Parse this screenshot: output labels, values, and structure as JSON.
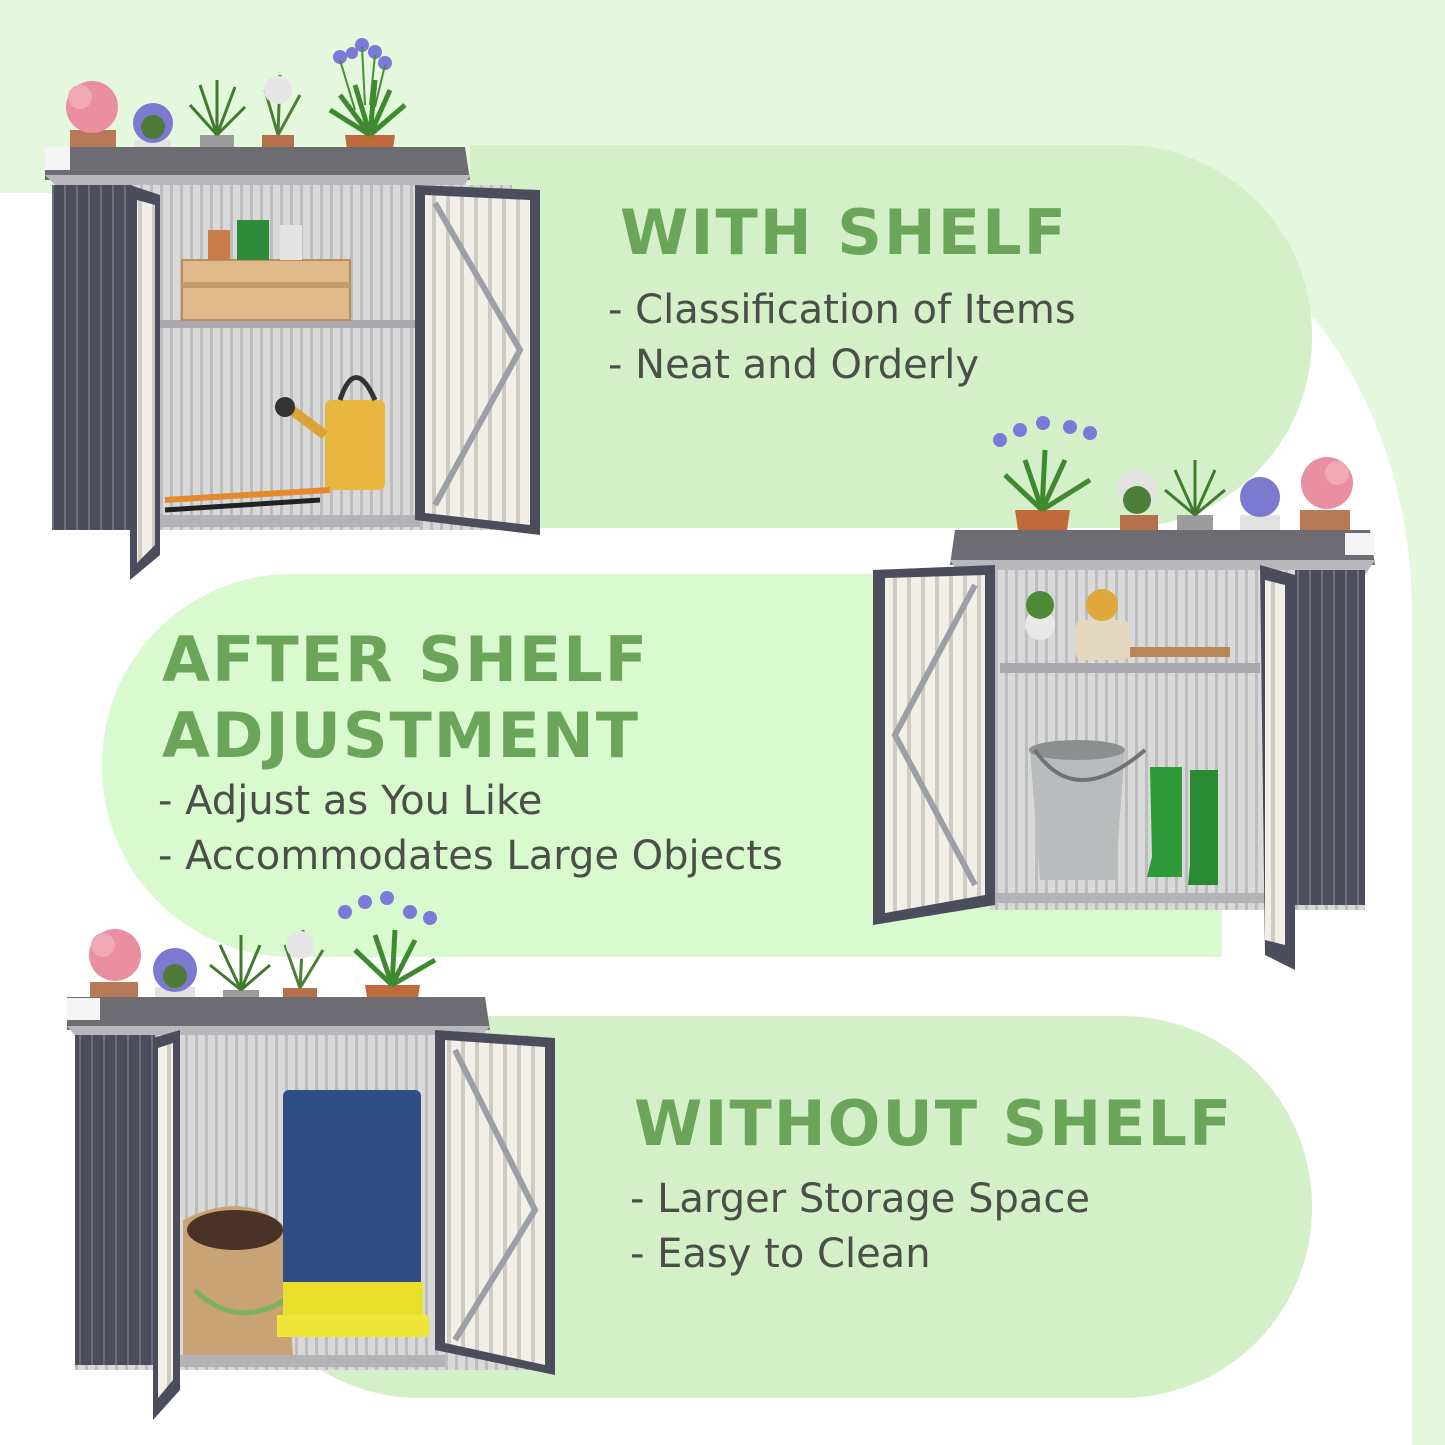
{
  "sections": [
    {
      "id": "with-shelf",
      "title": "WITH SHELF",
      "bullets": [
        "- Classification of Items",
        "- Neat and Orderly"
      ],
      "image": {
        "alt": "Metal garden shed with doors open showing shelf with wooden crate and watering can",
        "contents": [
          "potted-plants",
          "wooden-crate",
          "spray-bottles",
          "watering-can",
          "garden-shears",
          "shelf"
        ]
      }
    },
    {
      "id": "after-shelf-adjustment",
      "title_lines": [
        "AFTER SHELF",
        "ADJUSTMENT"
      ],
      "bullets": [
        "- Adjust as You Like",
        "- Accommodates Large Objects"
      ],
      "image": {
        "alt": "Metal garden shed with raised shelf holding small plants and hand tools, bucket and green boots below",
        "contents": [
          "potted-plants",
          "small-plants",
          "hand-tools",
          "metal-bucket",
          "green-rubber-boots",
          "shelf"
        ]
      }
    },
    {
      "id": "without-shelf",
      "title": "WITHOUT SHELF",
      "bullets": [
        "- Larger Storage Space",
        "- Easy to Clean"
      ],
      "image": {
        "alt": "Metal garden shed without shelf storing a burlap soil sack and a large blue bag",
        "contents": [
          "potted-plants",
          "burlap-soil-sack",
          "blue-bag"
        ]
      }
    }
  ],
  "colors": {
    "background_green": "#e3f8dc",
    "panel_green": "#d4f0c8",
    "title_green": "#6aa55a",
    "body_text": "#4a5048",
    "shed_dark": "#4b4d5c"
  }
}
